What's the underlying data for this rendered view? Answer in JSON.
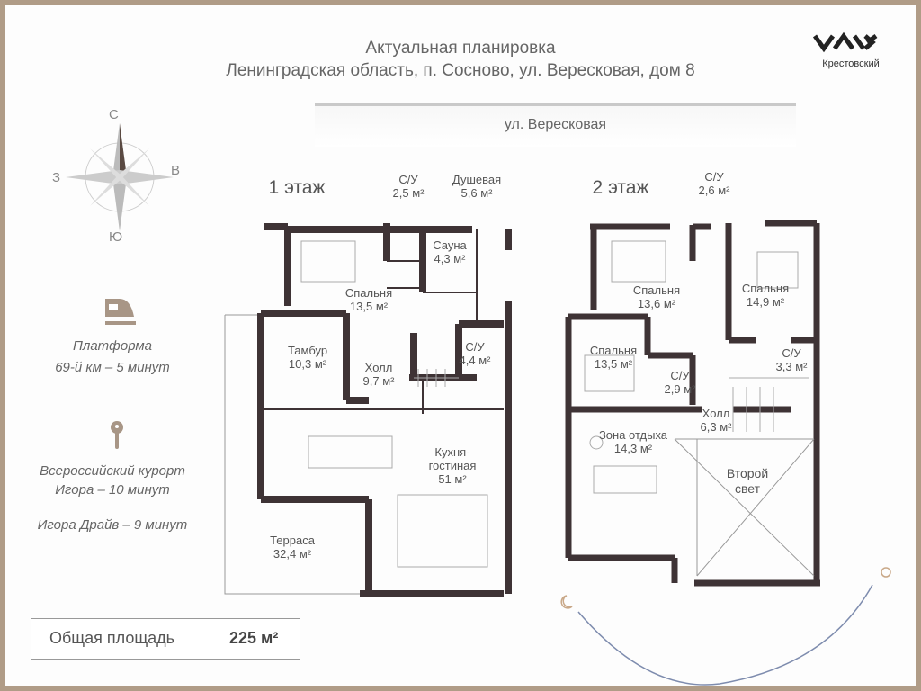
{
  "header": {
    "title": "Актуальная планировка",
    "address": "Ленинградская область, п. Сосново, ул. Вересковая, дом 8",
    "street": "ул. Вересковая",
    "logo_text": "Крестовский"
  },
  "compass": {
    "north": "С",
    "south": "Ю",
    "west": "З",
    "east": "В"
  },
  "info": {
    "platform_title": "Платформа",
    "platform_time": "69-й км – 5 минут",
    "resort_title": "Всероссийский курорт",
    "resort_time": "Игора – 10 минут",
    "drive_time": "Игора Драйв – 9 минут",
    "icons": [
      "train-icon",
      "location-pin-icon"
    ]
  },
  "total": {
    "label": "Общая площадь",
    "value": "225 м²"
  },
  "floor1": {
    "title": "1 этаж",
    "rooms": [
      {
        "name": "С/У",
        "area": "2,5 м²"
      },
      {
        "name": "Душевая",
        "area": "5,6 м²"
      },
      {
        "name": "Сауна",
        "area": "4,3 м²"
      },
      {
        "name": "Спальня",
        "area": "13,5 м²"
      },
      {
        "name": "Тамбур",
        "area": "10,3 м²"
      },
      {
        "name": "Холл",
        "area": "9,7 м²"
      },
      {
        "name": "С/У",
        "area": "4,4 м²"
      },
      {
        "name": "Кухня-\nгостиная",
        "area": "51 м²"
      },
      {
        "name": "Терраса",
        "area": "32,4 м²"
      }
    ]
  },
  "floor2": {
    "title": "2 этаж",
    "rooms": [
      {
        "name": "С/У",
        "area": "2,6 м²"
      },
      {
        "name": "Спальня",
        "area": "13,6 м²"
      },
      {
        "name": "Спальня",
        "area": "14,9 м²"
      },
      {
        "name": "Спальня",
        "area": "13,5 м²"
      },
      {
        "name": "С/У",
        "area": "2,9 м²"
      },
      {
        "name": "С/У",
        "area": "3,3 м²"
      },
      {
        "name": "Холл",
        "area": "6,3 м²"
      },
      {
        "name": "Зона отдыха",
        "area": "14,3 м²"
      },
      {
        "name": "Второй",
        "area": "свет"
      }
    ]
  },
  "colors": {
    "frame": "#b09c87",
    "walls": "#3e3335",
    "accent": "#a89686"
  }
}
